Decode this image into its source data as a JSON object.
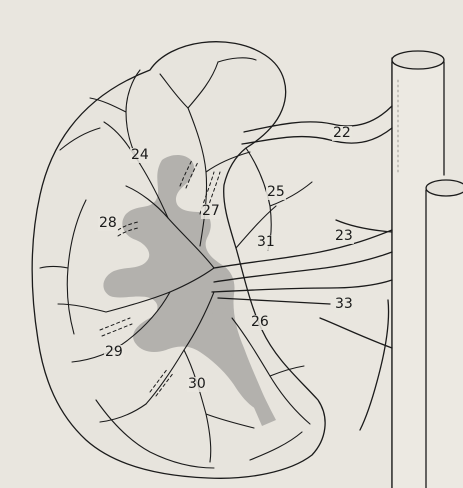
{
  "background_text_lines": [
    "",
    "",
    "",
    "",
    "",
    "",
    "",
    "",
    "",
    "",
    "",
    "",
    "",
    "",
    "",
    "",
    "",
    "",
    "",
    "",
    "",
    "",
    "",
    "",
    "",
    "",
    "",
    "",
    "",
    "",
    "",
    ""
  ],
  "labels": [
    {
      "id": "22",
      "text": "22"
    },
    {
      "id": "23",
      "text": "23"
    },
    {
      "id": "24",
      "text": "24"
    },
    {
      "id": "25",
      "text": "25"
    },
    {
      "id": "26",
      "text": "26"
    },
    {
      "id": "27",
      "text": "27"
    },
    {
      "id": "28",
      "text": "28"
    },
    {
      "id": "29",
      "text": "29"
    },
    {
      "id": "30",
      "text": "30"
    },
    {
      "id": "31",
      "text": "31"
    },
    {
      "id": "33",
      "text": "33"
    }
  ],
  "colors": {
    "paper": "#e9e6df",
    "ink": "#1b1b1b",
    "shade": "#b3b1ad",
    "faint_text": "#b9b5ad"
  }
}
